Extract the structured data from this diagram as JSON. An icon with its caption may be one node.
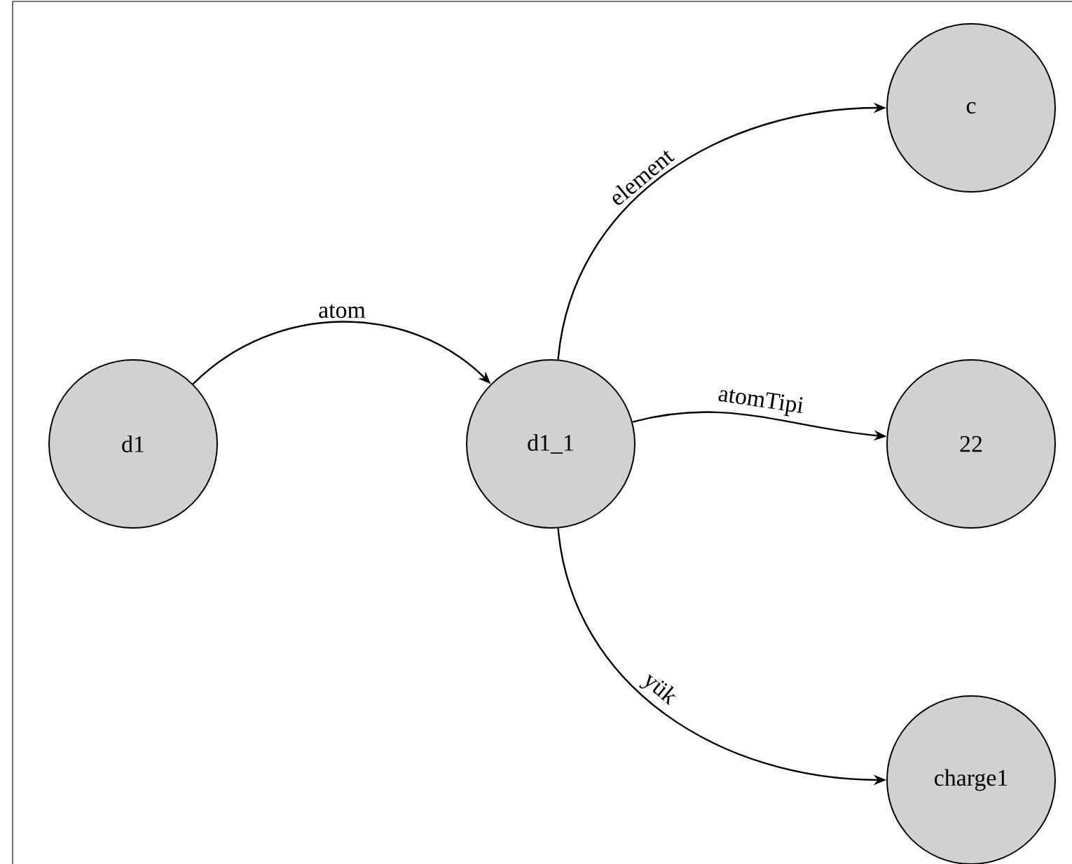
{
  "diagram": {
    "nodes": [
      {
        "text": [
          "d1"
        ]
      },
      {
        "text": [
          "d1_1"
        ]
      },
      {
        "text": [
          "c"
        ]
      },
      {
        "text": [
          "22"
        ]
      },
      {
        "text": [
          "charge1"
        ]
      }
    ],
    "edges": [
      {
        "from": 0,
        "to": 1,
        "arrow": "to",
        "label": "atom"
      },
      {
        "from": 1,
        "to": 2,
        "arrow": "to",
        "label": "element"
      },
      {
        "from": 1,
        "to": 3,
        "arrow": "to",
        "label": "atomTipi"
      },
      {
        "from": 1,
        "to": 4,
        "arrow": "to",
        "label": "yük"
      }
    ]
  }
}
